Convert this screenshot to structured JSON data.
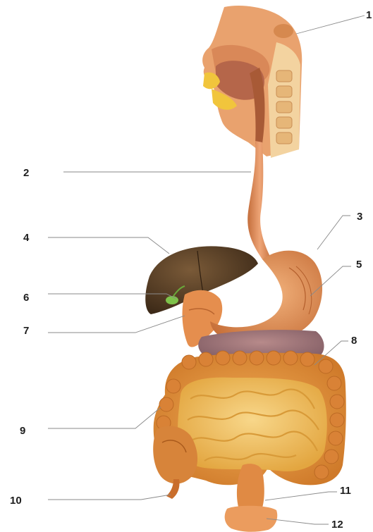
{
  "figure": {
    "labels": [
      {
        "id": "1",
        "text": "1"
      },
      {
        "id": "2",
        "text": "2"
      },
      {
        "id": "3",
        "text": "3"
      },
      {
        "id": "4",
        "text": "4"
      },
      {
        "id": "5",
        "text": "5"
      },
      {
        "id": "6",
        "text": "6"
      },
      {
        "id": "7",
        "text": "7"
      },
      {
        "id": "8",
        "text": "8"
      },
      {
        "id": "9",
        "text": "9"
      },
      {
        "id": "10",
        "text": "10"
      },
      {
        "id": "11",
        "text": "11"
      },
      {
        "id": "12",
        "text": "12"
      }
    ]
  },
  "colors": {
    "background": "#ffffff",
    "tissue": "#e8a06a",
    "tissue_dark": "#c6703c",
    "bone": "#f3cf9a",
    "liver": "#5a4228",
    "gallbladder": "#7ec24a",
    "small_intestine": "#f2c262",
    "large_intestine": "#e8963e",
    "stomach": "#e39a62",
    "tongue_mouth": "#f2c43a",
    "leader_line": "#8a8a8a"
  }
}
